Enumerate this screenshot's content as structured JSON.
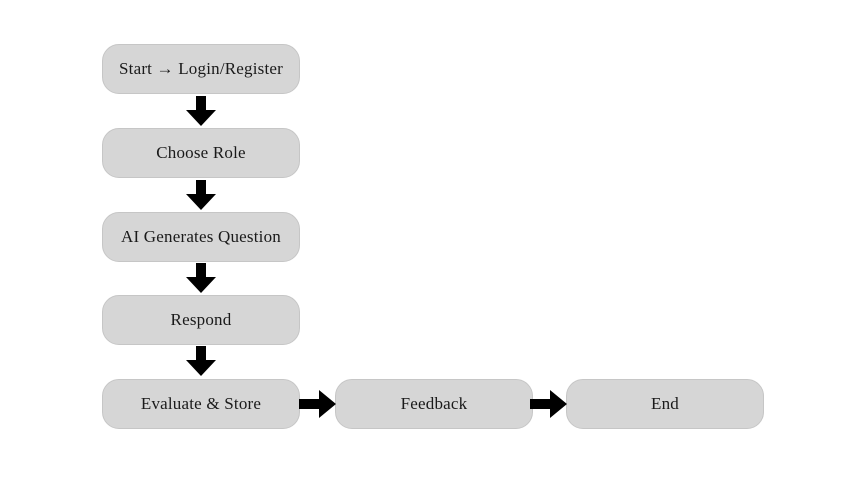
{
  "diagram": {
    "type": "flowchart",
    "title": "",
    "background_color": "#ffffff",
    "node_fill_color": "#d6d6d6",
    "node_border_color": "#c6c6c6",
    "arrow_color": "#000000",
    "text_color": "#1a1a1a",
    "nodes": [
      {
        "id": "start",
        "label": "Start → Login/Register"
      },
      {
        "id": "choose-role",
        "label": "Choose Role"
      },
      {
        "id": "ai-question",
        "label": "AI Generates Question"
      },
      {
        "id": "respond",
        "label": "Respond"
      },
      {
        "id": "evaluate-store",
        "label": "Evaluate & Store"
      },
      {
        "id": "feedback",
        "label": "Feedback"
      },
      {
        "id": "end",
        "label": "End"
      }
    ],
    "edges": [
      {
        "from": "start",
        "to": "choose-role",
        "direction": "down"
      },
      {
        "from": "choose-role",
        "to": "ai-question",
        "direction": "down"
      },
      {
        "from": "ai-question",
        "to": "respond",
        "direction": "down"
      },
      {
        "from": "respond",
        "to": "evaluate-store",
        "direction": "down"
      },
      {
        "from": "evaluate-store",
        "to": "feedback",
        "direction": "right"
      },
      {
        "from": "feedback",
        "to": "end",
        "direction": "right"
      }
    ]
  }
}
